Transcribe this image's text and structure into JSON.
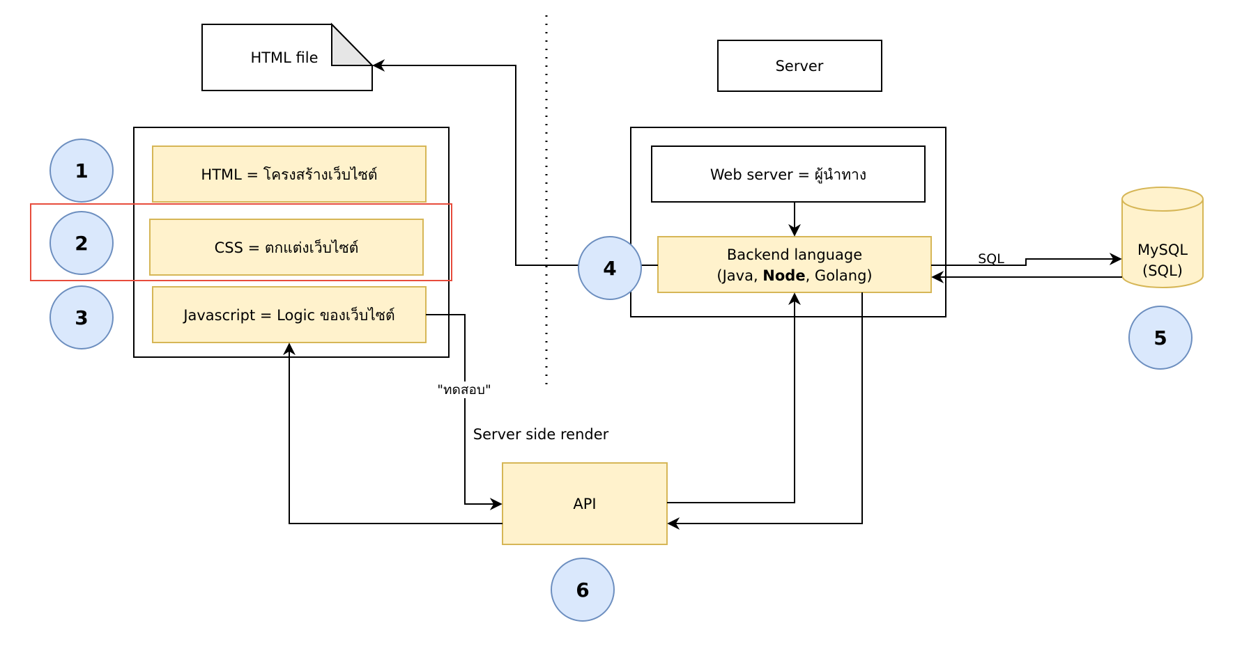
{
  "html_file": {
    "label": "HTML file"
  },
  "server_title": {
    "label": "Server"
  },
  "client": {
    "html_box": "HTML = โครงสร้างเว็บไซต์",
    "css_box": "CSS = ตกแต่งเว็บไซต์",
    "js_box": "Javascript = Logic ของเว็บไซต์"
  },
  "server": {
    "web_server": "Web server = ผู้นำทาง",
    "backend_line1": "Backend language",
    "backend_line2_pre": "(Java, ",
    "backend_line2_bold": "Node",
    "backend_line2_post": ", Golang)"
  },
  "database": {
    "line1": "MySQL",
    "line2": "(SQL)"
  },
  "api": {
    "label": "API"
  },
  "edge_labels": {
    "sql": "SQL",
    "test": "\"ทดสอบ\"",
    "ssr": "Server side render"
  },
  "markers": [
    "1",
    "2",
    "3",
    "4",
    "5",
    "6"
  ],
  "colors": {
    "yellow_fill": "#fff2cc",
    "yellow_stroke": "#d6b656",
    "circle_fill": "#dae8fc",
    "circle_stroke": "#6c8ebf",
    "highlight": "#e74c3c"
  }
}
